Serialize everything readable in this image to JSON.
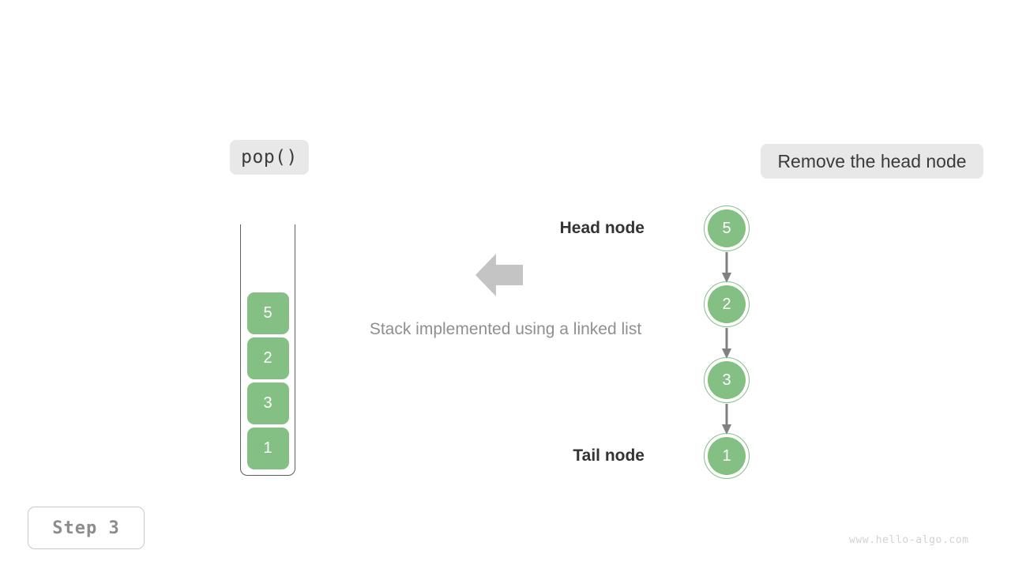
{
  "operation_badge": {
    "label": "pop()"
  },
  "action_badge": {
    "label": "Remove the head node"
  },
  "caption": {
    "text": "Stack implemented using a linked list"
  },
  "step_indicator": {
    "label": "Step 3"
  },
  "watermark": {
    "text": "www.hello-algo.com"
  },
  "stack": {
    "cells": [
      {
        "value": "5"
      },
      {
        "value": "2"
      },
      {
        "value": "3"
      },
      {
        "value": "1"
      }
    ]
  },
  "linked_list": {
    "head_label": "Head node",
    "tail_label": "Tail node",
    "nodes": [
      {
        "value": "5"
      },
      {
        "value": "2"
      },
      {
        "value": "3"
      },
      {
        "value": "1"
      }
    ]
  },
  "colors": {
    "node_green": "#84bf84",
    "badge_gray": "#e8e8e8",
    "arrow_gray": "#c4c4c4",
    "link_gray": "#808080",
    "caption_gray": "#8f8f8f",
    "step_gray": "#8c8c8c",
    "watermark_gray": "#d2d2d2",
    "frame_gray": "#5d5d5d"
  }
}
